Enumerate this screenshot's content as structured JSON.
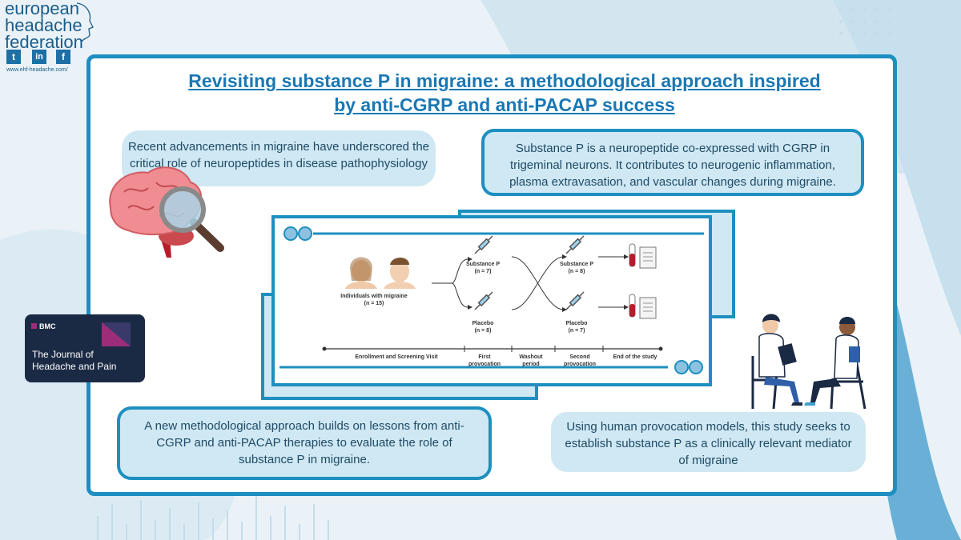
{
  "logo": {
    "line1": "european",
    "line2": "headache",
    "line3": "federation",
    "url": "www.ehf-headache.com/",
    "social": [
      "twitter-icon",
      "linkedin-icon",
      "facebook-icon"
    ]
  },
  "title": {
    "line1": "Revisiting substance P in migraine: a methodological approach inspired",
    "line2": "by anti-CGRP and anti-PACAP success"
  },
  "bubbles": {
    "top_left": "Recent advancements in migraine have underscored the critical role of neuropeptides in disease pathophysiology",
    "top_right": "Substance P is a neuropeptide co-expressed with CGRP in trigeminal neurons. It contributes to neurogenic inflammation, plasma extravasation, and vascular changes during migraine.",
    "bottom_left": "A new methodological approach builds on lessons from anti-CGRP and anti-PACAP therapies to evaluate the role of substance P in migraine.",
    "bottom_right": "Using human provocation models, this study seeks to establish substance P as a clinically relevant mediator of migraine"
  },
  "diagram": {
    "group": "Individuals with migraine",
    "group_n": "(n = 15)",
    "arm1_first": "Substance P",
    "arm1_first_n": "(n = 7)",
    "arm2_first": "Placebo",
    "arm2_first_n": "(n = 8)",
    "arm1_second": "Substance P",
    "arm1_second_n": "(n = 8)",
    "arm2_second": "Placebo",
    "arm2_second_n": "(n = 7)",
    "timeline": {
      "t1": "Enrollment and Screening Visit",
      "t2a": "First",
      "t2b": "provocation",
      "t3a": "Washout",
      "t3b": "period",
      "t4a": "Second",
      "t4b": "provocation",
      "t5": "End of the study"
    }
  },
  "badge": {
    "publisher": "BMC",
    "journal_line1": "The Journal of",
    "journal_line2": "Headache and Pain"
  },
  "colors": {
    "accent": "#1d8fc0",
    "title": "#1a78b4",
    "bubble": "#cfe8f3",
    "navy": "#1b2a44",
    "magenta": "#9c2d7a"
  }
}
